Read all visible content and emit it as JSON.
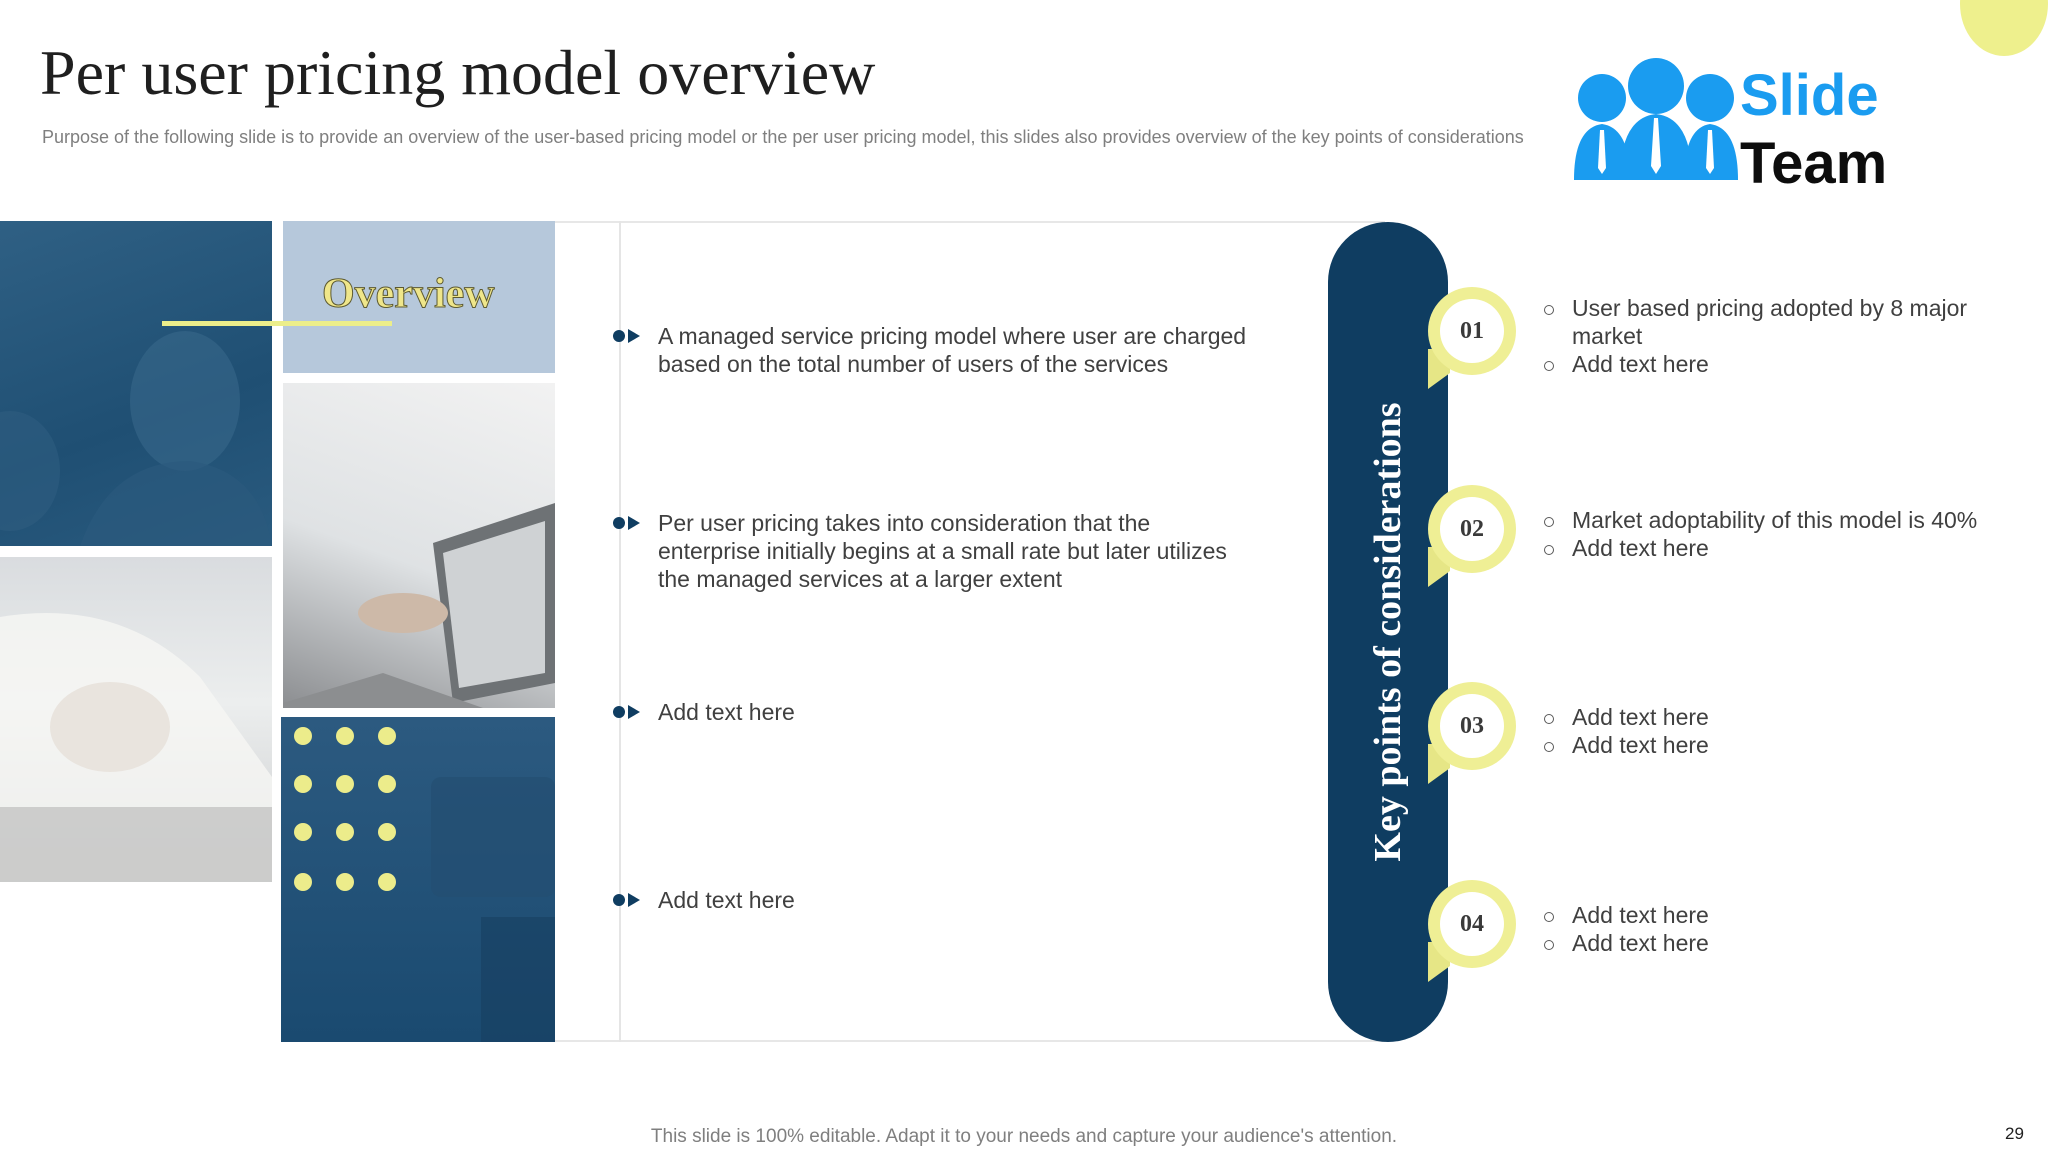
{
  "title": "Per user pricing model overview",
  "subtitle": "Purpose of the following slide is to provide an overview of the user-based pricing model or the per user pricing model, this slides also provides overview of the key points of considerations",
  "logo": {
    "line1": "Slide",
    "line2": "Team"
  },
  "overview_label": "Overview",
  "bullets": [
    "A managed service pricing model where user are charged based on the total number of users of the services",
    "Per user pricing takes into consideration that the enterprise initially begins at a small rate but later utilizes the managed services at a larger extent",
    "Add text here",
    "Add text here"
  ],
  "key_points_heading": "Key points of considerations",
  "key_points": [
    {
      "number": "01",
      "items": [
        "User based pricing adopted by 8 major market",
        "Add text here"
      ]
    },
    {
      "number": "02",
      "items": [
        "Market adoptability of this model is 40%",
        "Add text here"
      ]
    },
    {
      "number": "03",
      "items": [
        "Add text here",
        "Add text here"
      ]
    },
    {
      "number": "04",
      "items": [
        "Add text here",
        "Add text here"
      ]
    }
  ],
  "footer": "This slide is 100% editable. Adapt it to your needs and capture your audience's attention.",
  "page_number": "29",
  "colors": {
    "navy": "#0f3d61",
    "accent_yellow": "#efef95",
    "logo_blue": "#1a9cf0"
  }
}
